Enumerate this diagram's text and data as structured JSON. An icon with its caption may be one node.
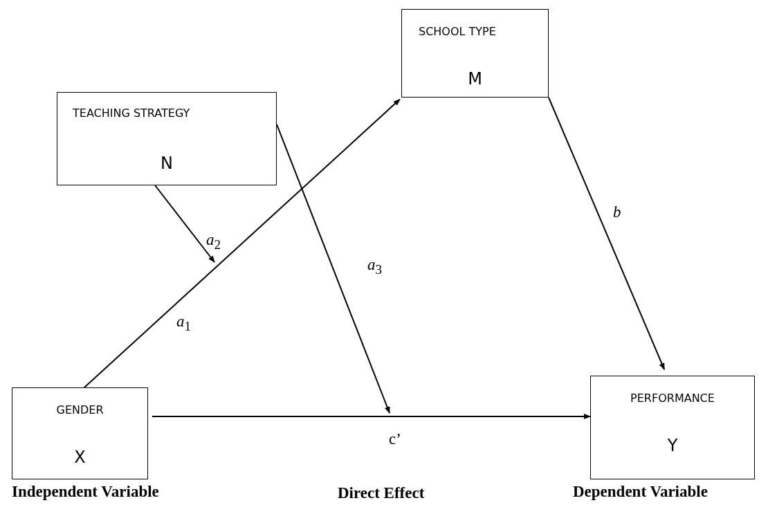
{
  "diagram": {
    "nodes": [
      {
        "text": [
          "TEACHING STRATEGY",
          "N"
        ]
      },
      {
        "text": [
          "SCHOOL TYPE",
          "M"
        ]
      },
      {
        "text": [
          "GENDER",
          "X"
        ],
        "beside": [
          "Independent Variable"
        ]
      },
      {
        "text": [
          "PERFORMANCE",
          "Y"
        ],
        "beside": [
          "Dependent Variable"
        ]
      }
    ],
    "edges": [
      {
        "from": 2,
        "to": 1,
        "arrow": "to",
        "label": "*a*$_{1}$"
      },
      {
        "from": 0,
        "to": null,
        "arrow": "to",
        "label": "*a*$_{2}$"
      },
      {
        "from": 0,
        "to": null,
        "arrow": "to",
        "label": "*a*$_{3}$"
      },
      {
        "from": 1,
        "to": 3,
        "arrow": "to",
        "label": "*b*"
      },
      {
        "from": 2,
        "to": 3,
        "arrow": "to",
        "label": "c’"
      }
    ],
    "labels": [
      "Direct Effect"
    ]
  }
}
